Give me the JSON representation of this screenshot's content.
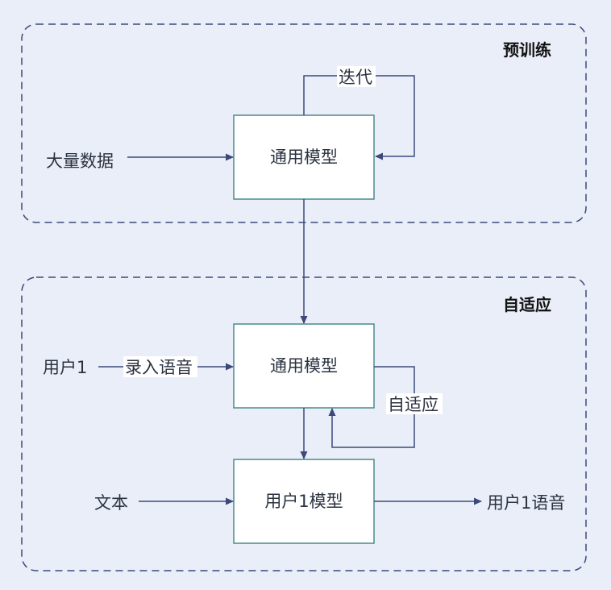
{
  "regions": {
    "pretrain": {
      "title": "预训练"
    },
    "adapt": {
      "title": "自适应"
    }
  },
  "nodes": {
    "general_model_top": "通用模型",
    "general_model_mid": "通用模型",
    "user1_model": "用户1模型"
  },
  "labels": {
    "massive_data": "大量数据",
    "iterate": "迭代",
    "user1": "用户1",
    "record_speech": "录入语音",
    "adapt_loop": "自适应",
    "text": "文本",
    "user1_speech": "用户1语音"
  },
  "colors": {
    "background": "#eaeef8",
    "box_border": "#4a8a8c",
    "box_fill": "#ffffff",
    "arrow": "#3b4a7a",
    "region_dash": "#3b4a7a"
  }
}
